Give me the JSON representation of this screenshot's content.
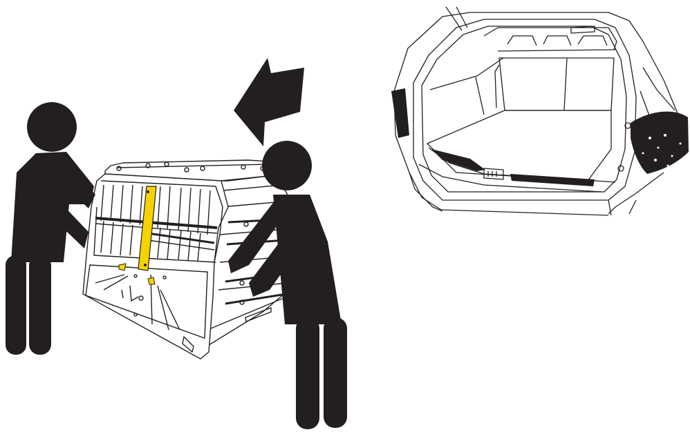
{
  "illustration": {
    "figures": [
      "person-left",
      "person-right"
    ],
    "objects": [
      "dog-crate",
      "car-trunk"
    ],
    "icons": [
      "arrow-icon"
    ],
    "colors": {
      "ink": "#231f20",
      "highlight": "#f5d300",
      "background": "#ffffff"
    }
  }
}
